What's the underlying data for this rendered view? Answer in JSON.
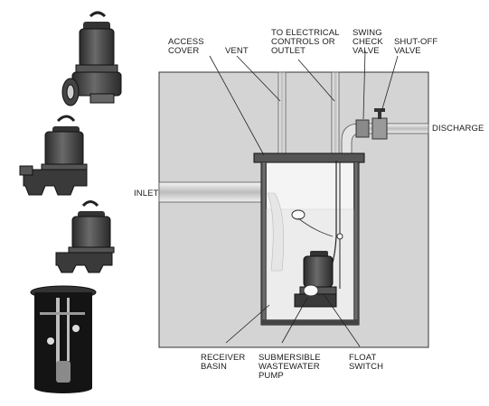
{
  "labels": {
    "access_cover": [
      "ACCESS",
      "COVER"
    ],
    "vent": [
      "VENT"
    ],
    "electrical": [
      "TO ELECTRICAL",
      "CONTROLS OR",
      "OUTLET"
    ],
    "swing_check": [
      "SWING",
      "CHECK",
      "VALVE"
    ],
    "shutoff": [
      "SHUT-OFF",
      "VALVE"
    ],
    "discharge": [
      "DISCHARGE"
    ],
    "inlet": [
      "INLET"
    ],
    "receiver": [
      "RECEIVER",
      "BASIN"
    ],
    "pump": [
      "SUBMERSIBLE",
      "WASTEWATER",
      "PUMP"
    ],
    "float": [
      "FLOAT",
      "SWITCH"
    ]
  },
  "colors": {
    "soil": "#d4d4d4",
    "water": "#ececec",
    "basin_dark": "#444444",
    "pump_dark": "#3a3a3a",
    "line": "#222222"
  }
}
